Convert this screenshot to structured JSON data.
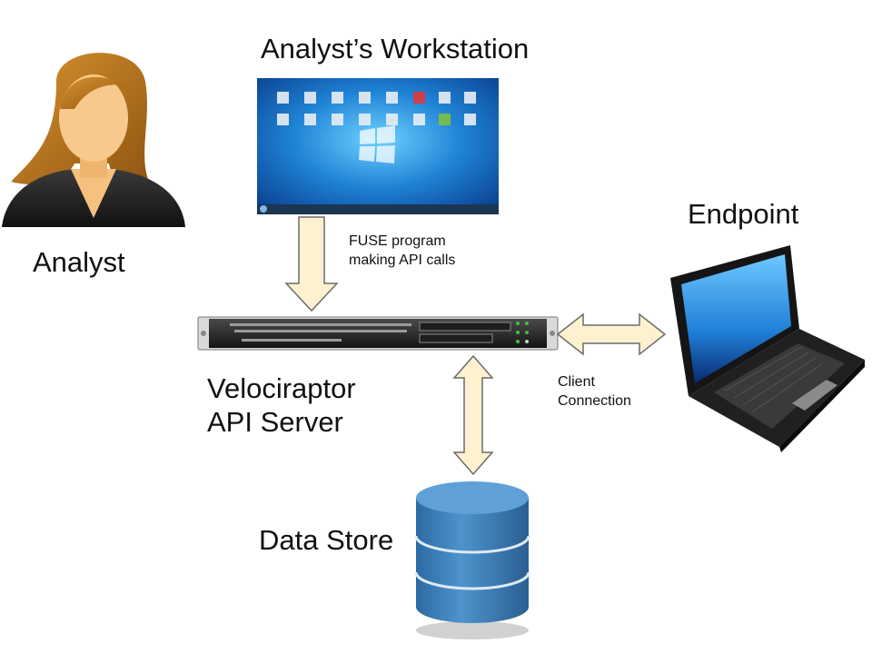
{
  "labels": {
    "workstation": "Analyst’s Workstation",
    "analyst": "Analyst",
    "endpoint": "Endpoint",
    "fuse_line1": "FUSE program",
    "fuse_line2": "making API calls",
    "server_line1": "Velociraptor",
    "server_line2": "API Server",
    "client_line1": "Client",
    "client_line2": "Connection",
    "datastore": "Data Store"
  },
  "icons": {
    "analyst": "woman-avatar-icon",
    "workstation": "desktop-screen-icon",
    "server": "rack-server-icon",
    "endpoint": "laptop-icon",
    "datastore": "database-cylinder-icon"
  },
  "colors": {
    "arrow_fill": "#fdf1cf",
    "arrow_stroke": "#6b6b6b",
    "db_blue": "#3d7fb8",
    "hair": "#b8741f",
    "skin": "#f8c98c"
  }
}
